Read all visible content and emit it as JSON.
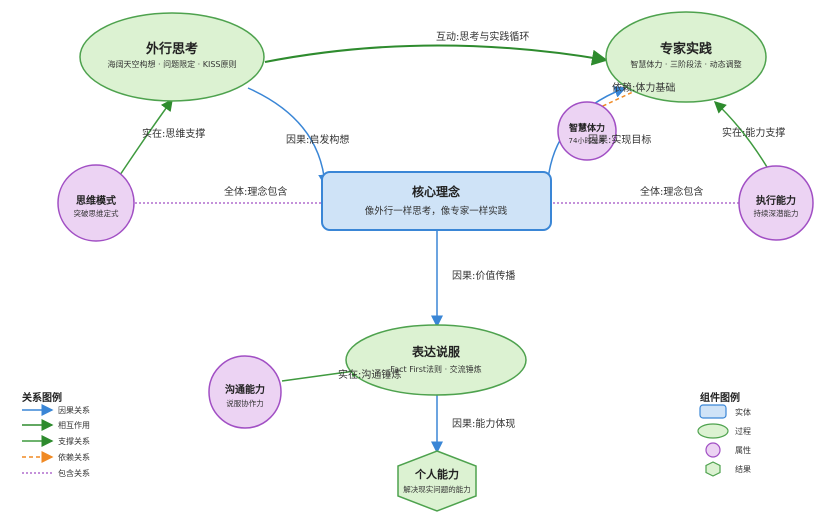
{
  "nodes": {
    "waixing": {
      "title": "外行思考",
      "sub": "海阔天空构想 · 问题限定 · KISS原则"
    },
    "zhuanjia": {
      "title": "专家实践",
      "sub": "智慧体力 · 三阶段法 · 动态调整"
    },
    "hexin": {
      "title": "核心理念",
      "sub": "像外行一样思考，像专家一样实践"
    },
    "siwei": {
      "title": "思维模式",
      "sub": "突破思维定式"
    },
    "zhixing": {
      "title": "执行能力",
      "sub": "持续深潜能力"
    },
    "zhihui": {
      "title": "智慧体力",
      "sub": "74小时思考"
    },
    "biaoda": {
      "title": "表达说服",
      "sub": "Fact First法则 · 交流锤炼"
    },
    "goutong": {
      "title": "沟通能力",
      "sub": "说服协作力"
    },
    "geren": {
      "title": "个人能力",
      "sub": "解决现实问题的能力"
    }
  },
  "edges": {
    "hudong": "互动:思考与实践循环",
    "qifa": "因果:启发构想",
    "yilai": "依赖:体力基础",
    "shixian": "因果:实现目标",
    "siwei_support": "实在:思维支撑",
    "nengli_support": "实在:能力支撑",
    "baohan_left": "全体:理念包含",
    "baohan_right": "全体:理念包含",
    "jiazhi": "因果:价值传播",
    "goutong_support": "实在:沟通锤炼",
    "tixian": "因果:能力体现"
  },
  "legend_relations": {
    "title": "关系图例",
    "items": [
      "因果关系",
      "相互作用",
      "支撑关系",
      "依赖关系",
      "包含关系"
    ]
  },
  "legend_components": {
    "title": "组件图例",
    "items": [
      "实体",
      "过程",
      "属性",
      "结果"
    ]
  },
  "colors": {
    "causal": "#3a86d6",
    "interact": "#2e8b2e",
    "support": "#3f9a3f",
    "depend": "#f08a24",
    "contain": "#a14fc4",
    "entity_fill": "#cfe3f7",
    "entity_stroke": "#3a86d6",
    "process_fill": "#dcf2d2",
    "process_stroke": "#4ea24e",
    "attr_fill": "#ecd3f3",
    "attr_stroke": "#a14fc4",
    "result_fill": "#dcf2d2",
    "result_stroke": "#4ea24e"
  }
}
